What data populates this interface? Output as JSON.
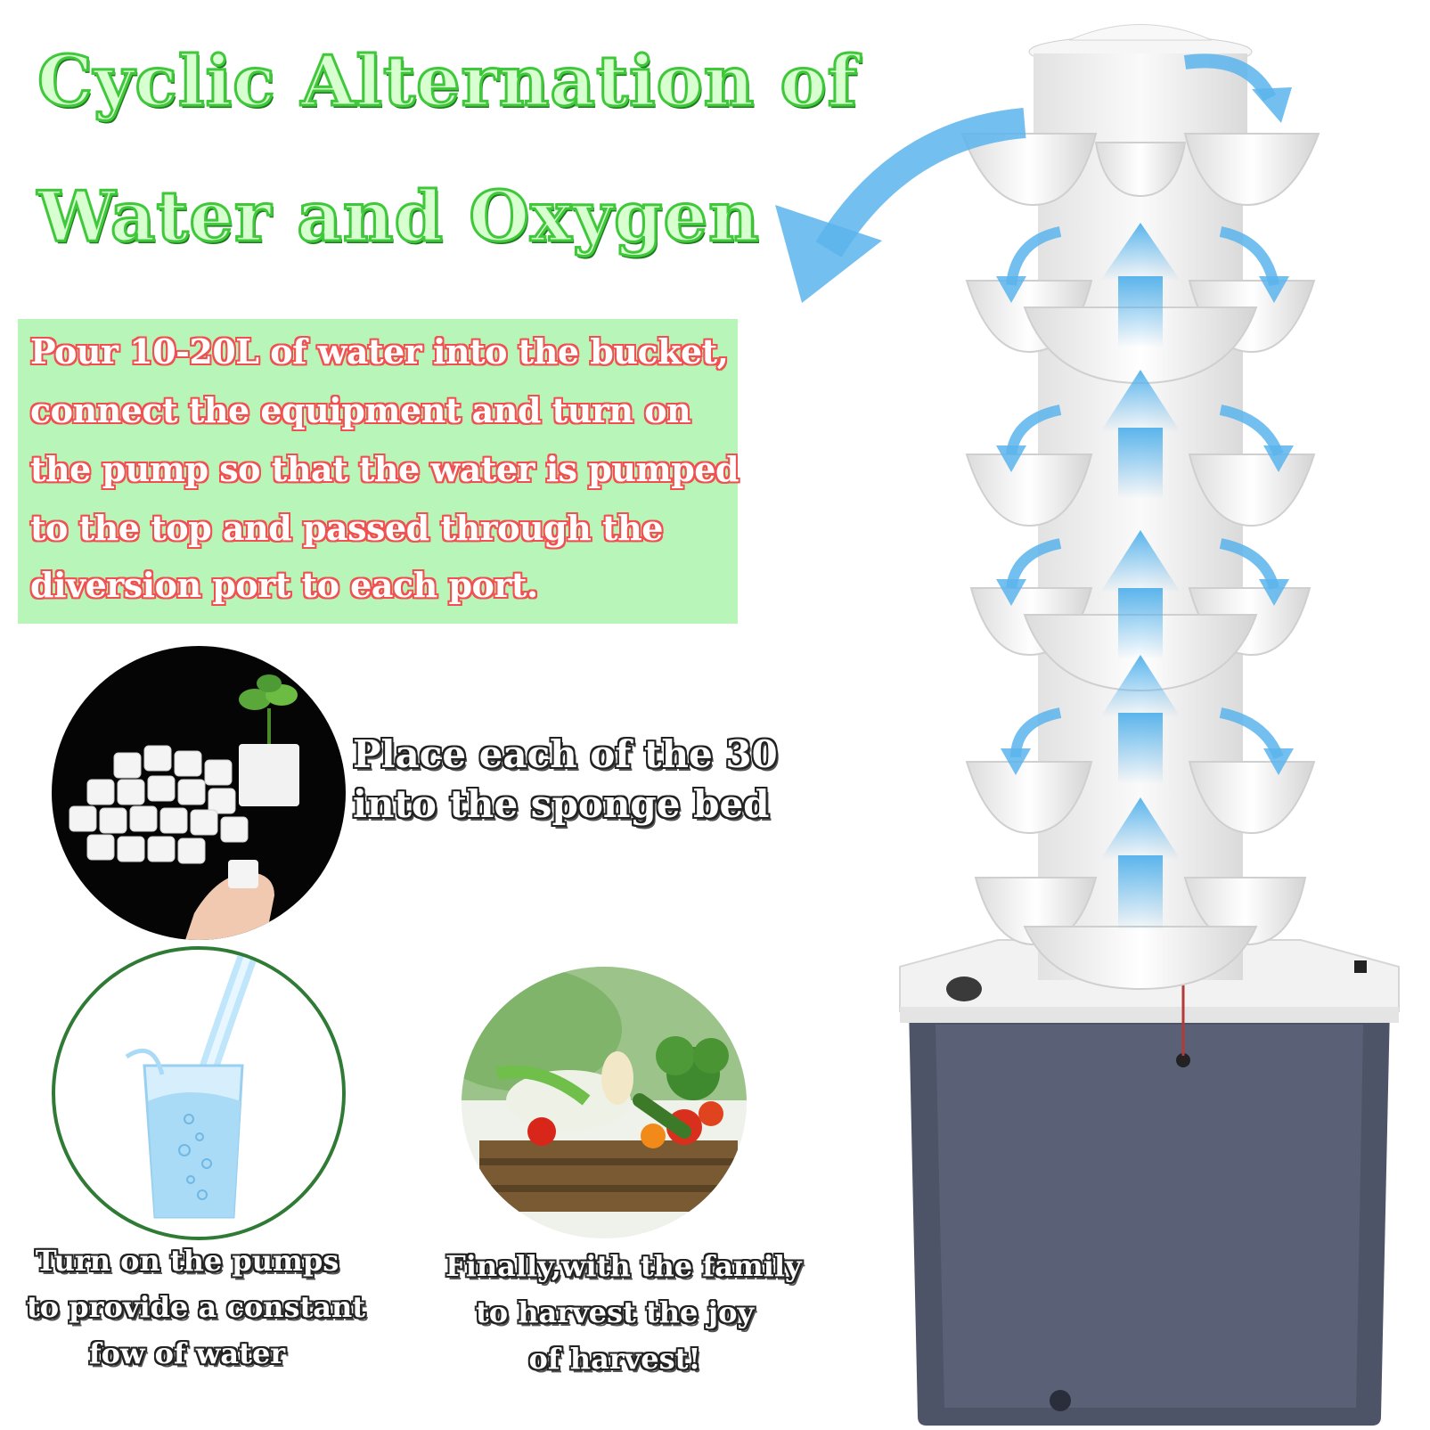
{
  "title": {
    "line1": "Cyclic Alternation of",
    "line2": "Water and Oxygen"
  },
  "instructions": {
    "lines": [
      "Pour 10-20L of water into the bucket,",
      "connect the equipment and turn on",
      "the pump so that the water is pumped",
      "to the top and passed through the",
      "diversion port to each port."
    ]
  },
  "step_sponge": {
    "line1": "Place each of the 30",
    "line2": "into the sponge bed"
  },
  "step_pump": {
    "line1": "Turn on the pumps",
    "line2": "to provide a constant",
    "line3": "fow of water"
  },
  "step_harvest": {
    "line1": "Finally,with the family",
    "line2": "to harvest the joy",
    "line3": "of harvest!"
  },
  "colors": {
    "title_green": "#3ec83a",
    "panel_green": "#b8f5b8",
    "instruction_red": "#f05050",
    "arrow_blue": "#5ab4ec",
    "bucket_gray": "#4e5468"
  }
}
